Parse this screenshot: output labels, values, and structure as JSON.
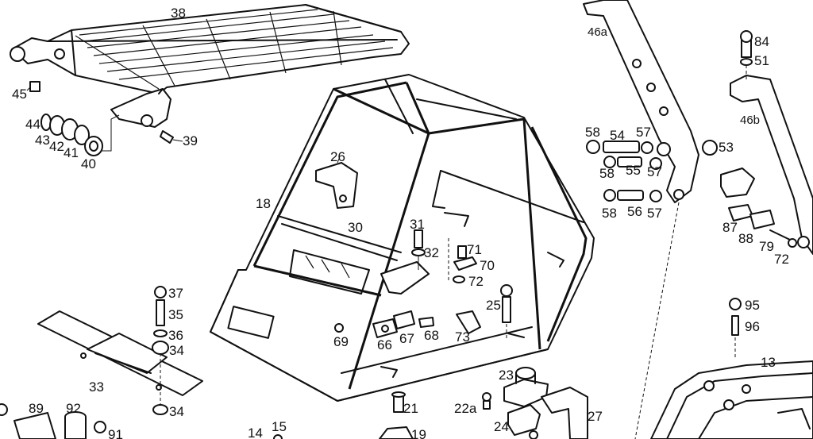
{
  "labels": {
    "l38": "38",
    "l46a": "46a",
    "l84": "84",
    "l51": "51",
    "l46b": "46b",
    "l45": "45",
    "l44": "44",
    "l43": "43",
    "l42": "42",
    "l41": "41",
    "l40": "40",
    "l39": "39",
    "l26": "26",
    "l18": "18",
    "l30": "30",
    "l31": "31",
    "l32": "32",
    "l71": "71",
    "l70": "70",
    "l72a": "72",
    "l58a": "58",
    "l54": "54",
    "l57a": "57",
    "l53": "53",
    "l58b": "58",
    "l55": "55",
    "l57b": "57",
    "l58c": "58",
    "l56": "56",
    "l57c": "57",
    "l87": "87",
    "l88": "88",
    "l79": "79",
    "l72b": "72",
    "l37": "37",
    "l35": "35",
    "l36": "36",
    "l34a": "34",
    "l33": "33",
    "l34b": "34",
    "l25": "25",
    "l95": "95",
    "l96": "96",
    "l69": "69",
    "l66": "66",
    "l67": "67",
    "l68": "68",
    "l73": "73",
    "l13": "13",
    "l23": "23",
    "l22a": "22a",
    "l21": "21",
    "l24": "24",
    "l27": "27",
    "l89": "89",
    "l92": "92",
    "l91": "91",
    "l14": "14",
    "l15": "15",
    "l19": "19"
  }
}
